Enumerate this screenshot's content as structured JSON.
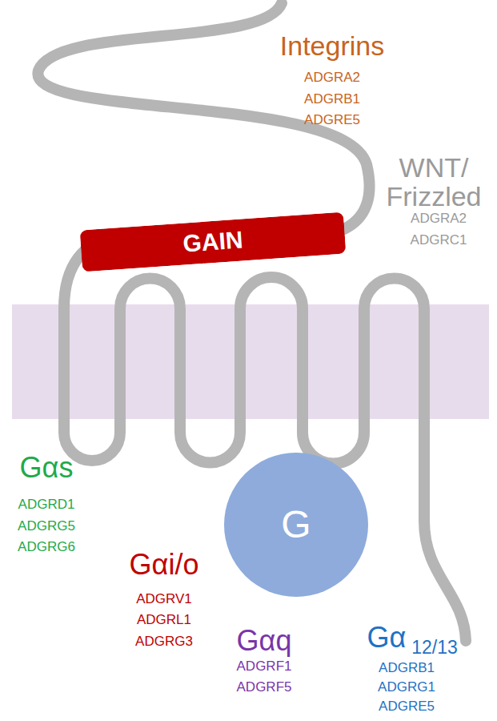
{
  "diagram": {
    "nodes": [
      {
        "text": [
          "GAIN"
        ]
      },
      {
        "text": [
          "G"
        ]
      }
    ],
    "labels": [
      "Integrins",
      "ADGRA2",
      "ADGRB1",
      "ADGRE5",
      "WNT/ Frizzled",
      "ADGRA2",
      "ADGRC1",
      "Gαs",
      "ADGRD1",
      "ADGRG5",
      "ADGRG6",
      "Gαi/o",
      "ADGRV1",
      "ADGRL1",
      "ADGRG3",
      "Gαq",
      "ADGRF1",
      "ADGRF5",
      "Gα",
      "12/13",
      "ADGRB1",
      "ADGRG1",
      "ADGRE5"
    ]
  }
}
